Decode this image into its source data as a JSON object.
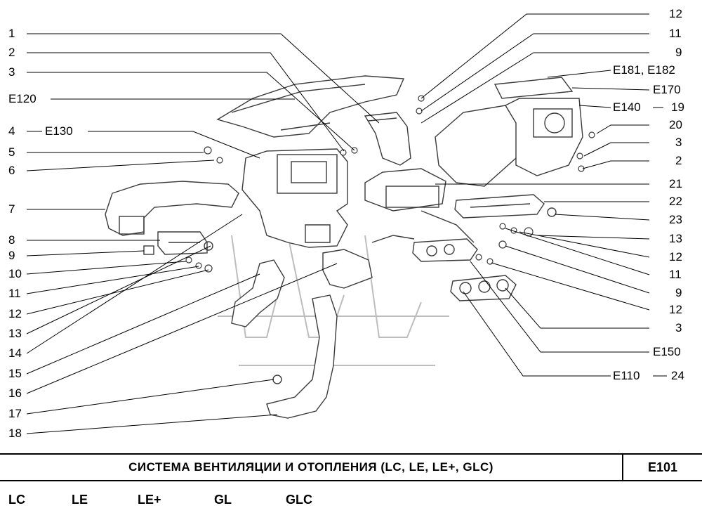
{
  "left_labels": [
    "1",
    "2",
    "3",
    "E120",
    "4",
    "E130",
    "5",
    "6",
    "7",
    "8",
    "9",
    "10",
    "11",
    "12",
    "13",
    "14",
    "15",
    "16",
    "17",
    "18"
  ],
  "right_labels": [
    "12",
    "11",
    "9",
    "E181, E182",
    "E170",
    "E140",
    "19",
    "20",
    "3",
    "2",
    "21",
    "22",
    "23",
    "13",
    "12",
    "11",
    "9",
    "12",
    "3",
    "E150",
    "E110",
    "24"
  ],
  "title": "СИСТЕМА  ВЕНТИЛЯЦИИ  И  ОТОПЛЕНИЯ  (LC, LE, LE+, GLC)",
  "code": "E101",
  "trims": [
    "LC",
    "LE",
    "LE+",
    "GL",
    "GLC"
  ],
  "colors": {
    "ink": "#000000",
    "paper": "#ffffff",
    "drawing": "#3a3a3a"
  }
}
